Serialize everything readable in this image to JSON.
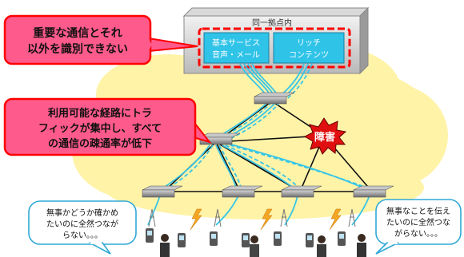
{
  "site": {
    "title": "同一拠点内",
    "left_box": [
      "基本サービス",
      "音声・メール"
    ],
    "right_box": [
      "リッチ",
      "コンテンツ"
    ]
  },
  "callouts": {
    "top": [
      "重要な通信とそれ",
      "以外を識別できない"
    ],
    "middle": [
      "利用可能な経路にトラ",
      "フィックが集中し、すべて",
      "の通信の疎通率が低下"
    ],
    "fault": "障害"
  },
  "bubbles": {
    "left": [
      "無事かどうか確かめ",
      "たいのに全然つなが",
      "らない。。。"
    ],
    "right": [
      "無事なことを伝え",
      "たいのに全然つな",
      "がらない。。。"
    ]
  },
  "colors": {
    "callout_fill": "#ff5a8c",
    "callout_border": "#ff0000",
    "box_fill": "#2fc3e8",
    "cloud_fill": "#fff3a8",
    "traffic": "#37c6e6",
    "fault_red": "#e01010"
  }
}
